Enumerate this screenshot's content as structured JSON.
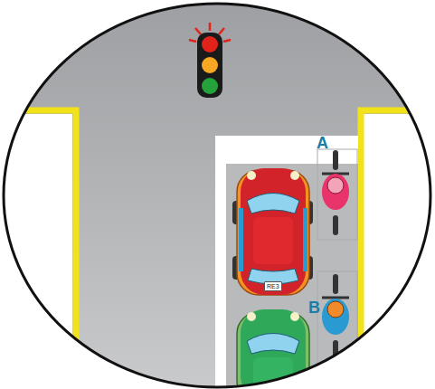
{
  "diagram": {
    "labels": [
      "A",
      "B",
      "RE3"
    ]
  }
}
